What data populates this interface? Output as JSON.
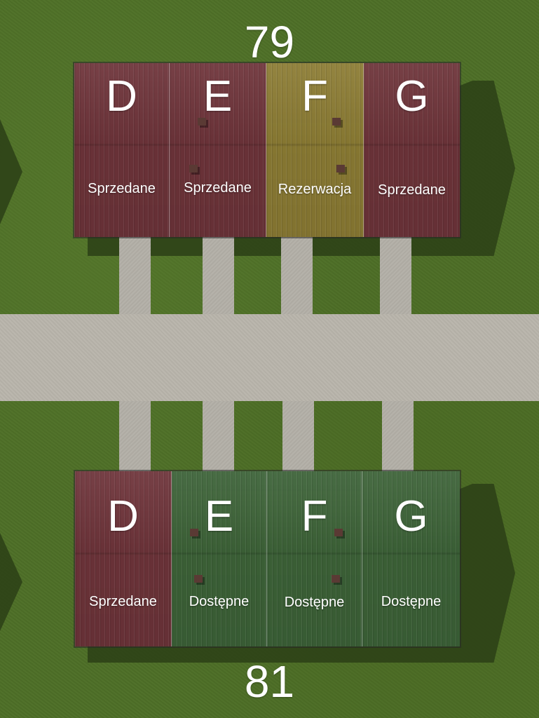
{
  "colors": {
    "sold": "#6e343a",
    "reserved": "#8c7c34",
    "available": "#3d6338"
  },
  "building_top": {
    "number": "79",
    "units": [
      {
        "letter": "D",
        "status": "Sprzedane",
        "state": "sold"
      },
      {
        "letter": "E",
        "status": "Sprzedane",
        "state": "sold"
      },
      {
        "letter": "F",
        "status": "Rezerwacja",
        "state": "reserved"
      },
      {
        "letter": "G",
        "status": "Sprzedane",
        "state": "sold"
      }
    ]
  },
  "building_bottom": {
    "number": "81",
    "units": [
      {
        "letter": "D",
        "status": "Sprzedane",
        "state": "sold"
      },
      {
        "letter": "E",
        "status": "Dostępne",
        "state": "available"
      },
      {
        "letter": "F",
        "status": "Dostępne",
        "state": "available"
      },
      {
        "letter": "G",
        "status": "Dostępne",
        "state": "available"
      }
    ]
  }
}
